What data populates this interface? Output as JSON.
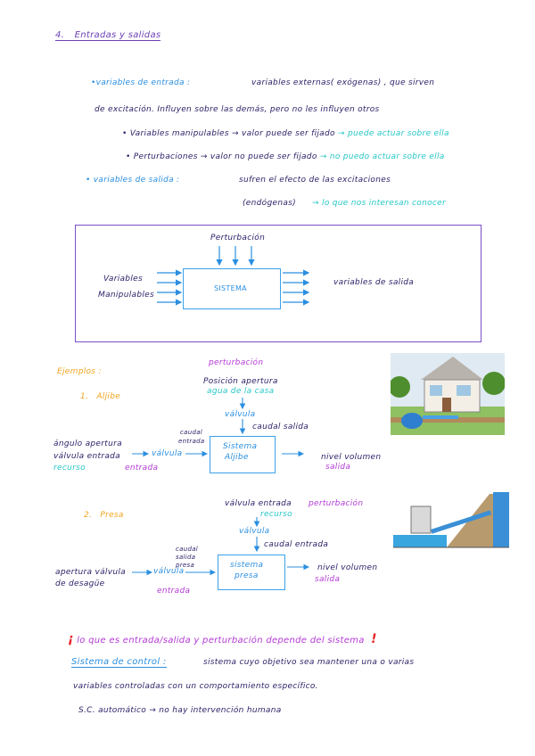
{
  "heading": {
    "number": "4.",
    "title": "Entradas y salidas"
  },
  "inputs": {
    "label": "variables de entrada :",
    "line1": "variables externas( exógenas) , que sirven",
    "line2": "de excitación. Influyen sobre las demás, pero no les influyen otros",
    "manip": {
      "label": "Variables manipulables",
      "text": "valor puede ser fijado",
      "note": "puede actuar sobre ella"
    },
    "pert": {
      "label": "Perturbaciones",
      "text": "valor no puede ser fijado",
      "note": "no puedo actuar sobre ella"
    }
  },
  "outputs": {
    "label": "variables de salida :",
    "line1": "sufren el efecto de las excitaciones",
    "line2": "(endógenas)",
    "note": "lo que nos interesan conocer"
  },
  "diagram": {
    "perturbation": "Perturbación",
    "inputs_line1": "Variables",
    "inputs_line2": "Manipulables",
    "system": "SISTEMA",
    "outputs": "variables de salida"
  },
  "examples": {
    "label": "Ejemplos :",
    "ex1": {
      "number": "1.",
      "name": "Aljibe",
      "perturbation": "perturbación",
      "pert_var": "Posición apertura",
      "pert_var2": "agua de la casa",
      "valve_top": "válvula",
      "out_flow": "caudal salida",
      "in_flow_line1": "caudal",
      "in_flow_line2": "entrada",
      "angle_line1": "ángulo apertura",
      "angle_line2": "válvula entrada",
      "recurso": "recurso",
      "entrada": "entrada",
      "valve_left": "válvula",
      "system_line1": "Sistema",
      "system_line2": "Aljibe",
      "level": "nivel volumen",
      "salida": "salida"
    },
    "ex2": {
      "number": "2.",
      "name": "Presa",
      "valve_in": "válvula entrada",
      "recurso": "recurso",
      "perturbation": "perturbación",
      "valve_top": "válvula",
      "in_flow": "caudal entrada",
      "out_flow_line1": "caudal",
      "out_flow_line2": "salida",
      "out_flow_line3": "presa",
      "opening_line1": "apertura válvula",
      "opening_line2": "de desagüe",
      "valve_left": "válvula",
      "entrada": "entrada",
      "system_line1": "sistema",
      "system_line2": "presa",
      "level": "nivel volumen",
      "salida": "salida"
    }
  },
  "footer": {
    "alert_open": "¡",
    "alert": "lo que es entrada/salida y perturbación depende del sistema",
    "alert_close": "!",
    "control_label": "Sistema de control :",
    "control_text1": "sistema cuyo objetivo sea mantener una o varias",
    "control_text2": "variables controladas con un comportamiento específico.",
    "auto": "S.C. automático",
    "auto_text": "no hay intervención humana"
  },
  "colors": {
    "heading": "#6b3fb5",
    "blue": "#2b8fe0",
    "cyan": "#27c6c6",
    "orange": "#f2a31c",
    "magenta": "#b43ad6",
    "red": "#e8242a",
    "frame": "#7a4fc9"
  },
  "icons": [
    "bullet-dot-icon",
    "right-arrow-icon",
    "down-arrow-icon",
    "house-illustration",
    "dam-illustration",
    "exclamation-icon"
  ]
}
